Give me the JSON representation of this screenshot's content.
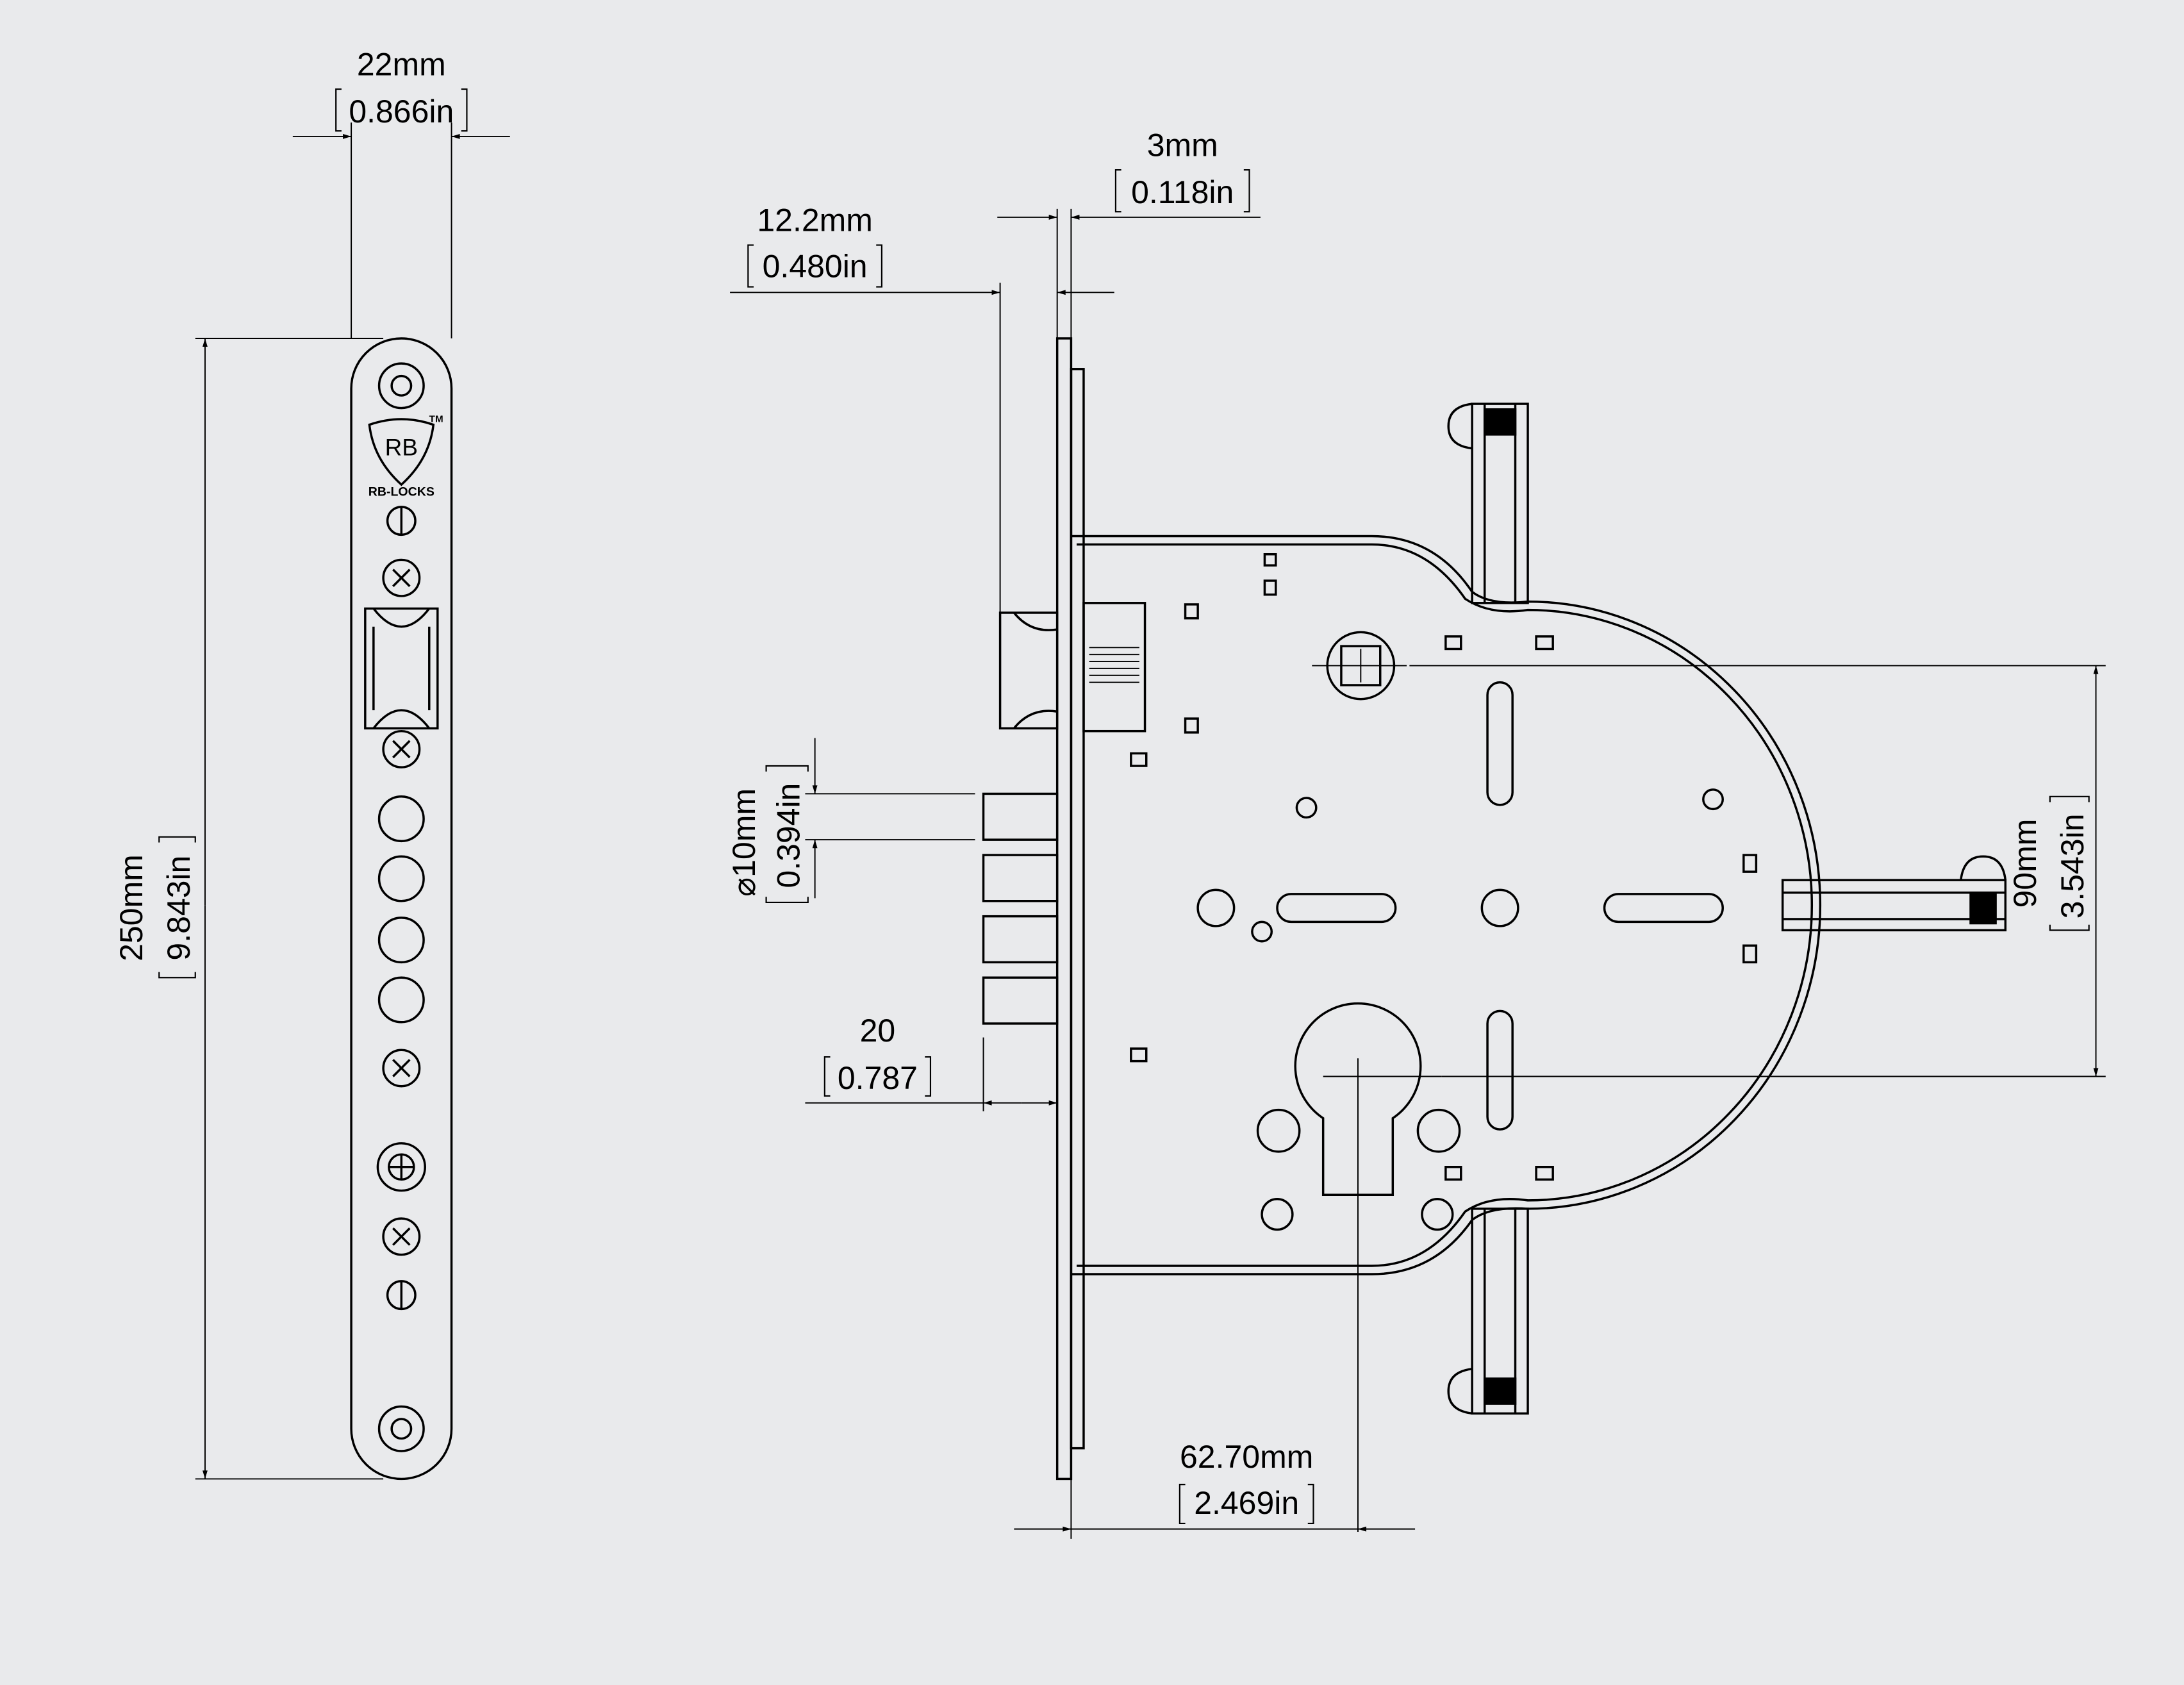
{
  "drawing": {
    "brand_logo": {
      "letters": "RB",
      "name": "RB-LOCKS",
      "trademark": "TM"
    },
    "dimensions": {
      "faceplate_width": {
        "mm": "22mm",
        "in": "0.866in"
      },
      "faceplate_height": {
        "mm": "250mm",
        "in": "9.843in"
      },
      "plate_thickness": {
        "mm": "3mm",
        "in": "0.118in"
      },
      "latch_projection": {
        "mm": "12.2mm",
        "in": "0.480in"
      },
      "bolt_diameter": {
        "mm": "10mm",
        "in": "0.394in",
        "symbol": "⌀"
      },
      "bolt_throw": {
        "mm": "20",
        "in": "0.787"
      },
      "backset": {
        "mm": "62.70mm",
        "in": "2.469in"
      },
      "center_distance": {
        "mm": "90mm",
        "in": "3.543in"
      }
    }
  }
}
